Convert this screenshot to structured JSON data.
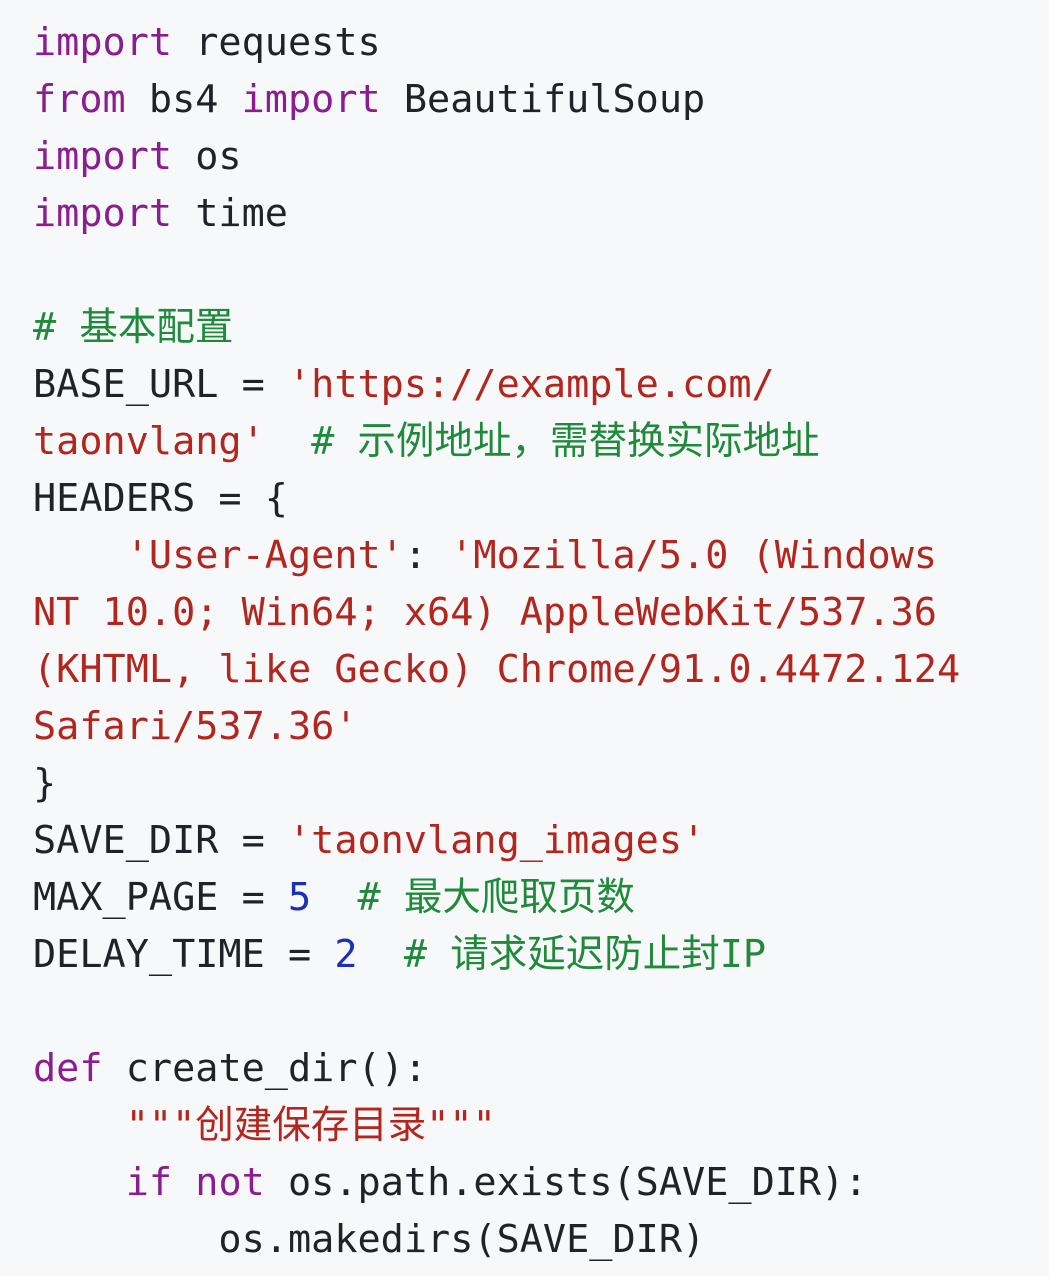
{
  "lines": [
    [
      {
        "t": "kw",
        "v": "import"
      },
      {
        "t": "plain",
        "v": " requests"
      }
    ],
    [
      {
        "t": "kw",
        "v": "from"
      },
      {
        "t": "plain",
        "v": " bs4 "
      },
      {
        "t": "kw",
        "v": "import"
      },
      {
        "t": "plain",
        "v": " BeautifulSoup"
      }
    ],
    [
      {
        "t": "kw",
        "v": "import"
      },
      {
        "t": "plain",
        "v": " os"
      }
    ],
    [
      {
        "t": "kw",
        "v": "import"
      },
      {
        "t": "plain",
        "v": " time"
      }
    ],
    [],
    [
      {
        "t": "com",
        "v": "# 基本配置"
      }
    ],
    [
      {
        "t": "plain",
        "v": "BASE_URL = "
      },
      {
        "t": "str",
        "v": "'https://example.com/"
      }
    ],
    [
      {
        "t": "str",
        "v": "taonvlang'"
      },
      {
        "t": "plain",
        "v": "  "
      },
      {
        "t": "com",
        "v": "# 示例地址，需替换实际地址"
      }
    ],
    [
      {
        "t": "plain",
        "v": "HEADERS = {"
      }
    ],
    [
      {
        "t": "plain",
        "v": "    "
      },
      {
        "t": "str",
        "v": "'User-Agent'"
      },
      {
        "t": "plain",
        "v": ": "
      },
      {
        "t": "str",
        "v": "'Mozilla/5.0 (Windows"
      }
    ],
    [
      {
        "t": "str",
        "v": "NT 10.0; Win64; x64) AppleWebKit/537.36"
      }
    ],
    [
      {
        "t": "str",
        "v": "(KHTML, like Gecko) Chrome/91.0.4472.124"
      }
    ],
    [
      {
        "t": "str",
        "v": "Safari/537.36'"
      }
    ],
    [
      {
        "t": "plain",
        "v": "}"
      }
    ],
    [
      {
        "t": "plain",
        "v": "SAVE_DIR = "
      },
      {
        "t": "str",
        "v": "'taonvlang_images'"
      }
    ],
    [
      {
        "t": "plain",
        "v": "MAX_PAGE = "
      },
      {
        "t": "num",
        "v": "5"
      },
      {
        "t": "plain",
        "v": "  "
      },
      {
        "t": "com",
        "v": "# 最大爬取页数"
      }
    ],
    [
      {
        "t": "plain",
        "v": "DELAY_TIME = "
      },
      {
        "t": "num",
        "v": "2"
      },
      {
        "t": "plain",
        "v": "  "
      },
      {
        "t": "com",
        "v": "# 请求延迟防止封IP"
      }
    ],
    [],
    [
      {
        "t": "kw",
        "v": "def"
      },
      {
        "t": "plain",
        "v": " create_dir():"
      }
    ],
    [
      {
        "t": "plain",
        "v": "    "
      },
      {
        "t": "str",
        "v": "\"\"\"创建保存目录\"\"\""
      }
    ],
    [
      {
        "t": "plain",
        "v": "    "
      },
      {
        "t": "kw",
        "v": "if"
      },
      {
        "t": "plain",
        "v": " "
      },
      {
        "t": "kw",
        "v": "not"
      },
      {
        "t": "plain",
        "v": " os.path.exists(SAVE_DIR):"
      }
    ],
    [
      {
        "t": "plain",
        "v": "        os.makedirs(SAVE_DIR)"
      }
    ]
  ]
}
